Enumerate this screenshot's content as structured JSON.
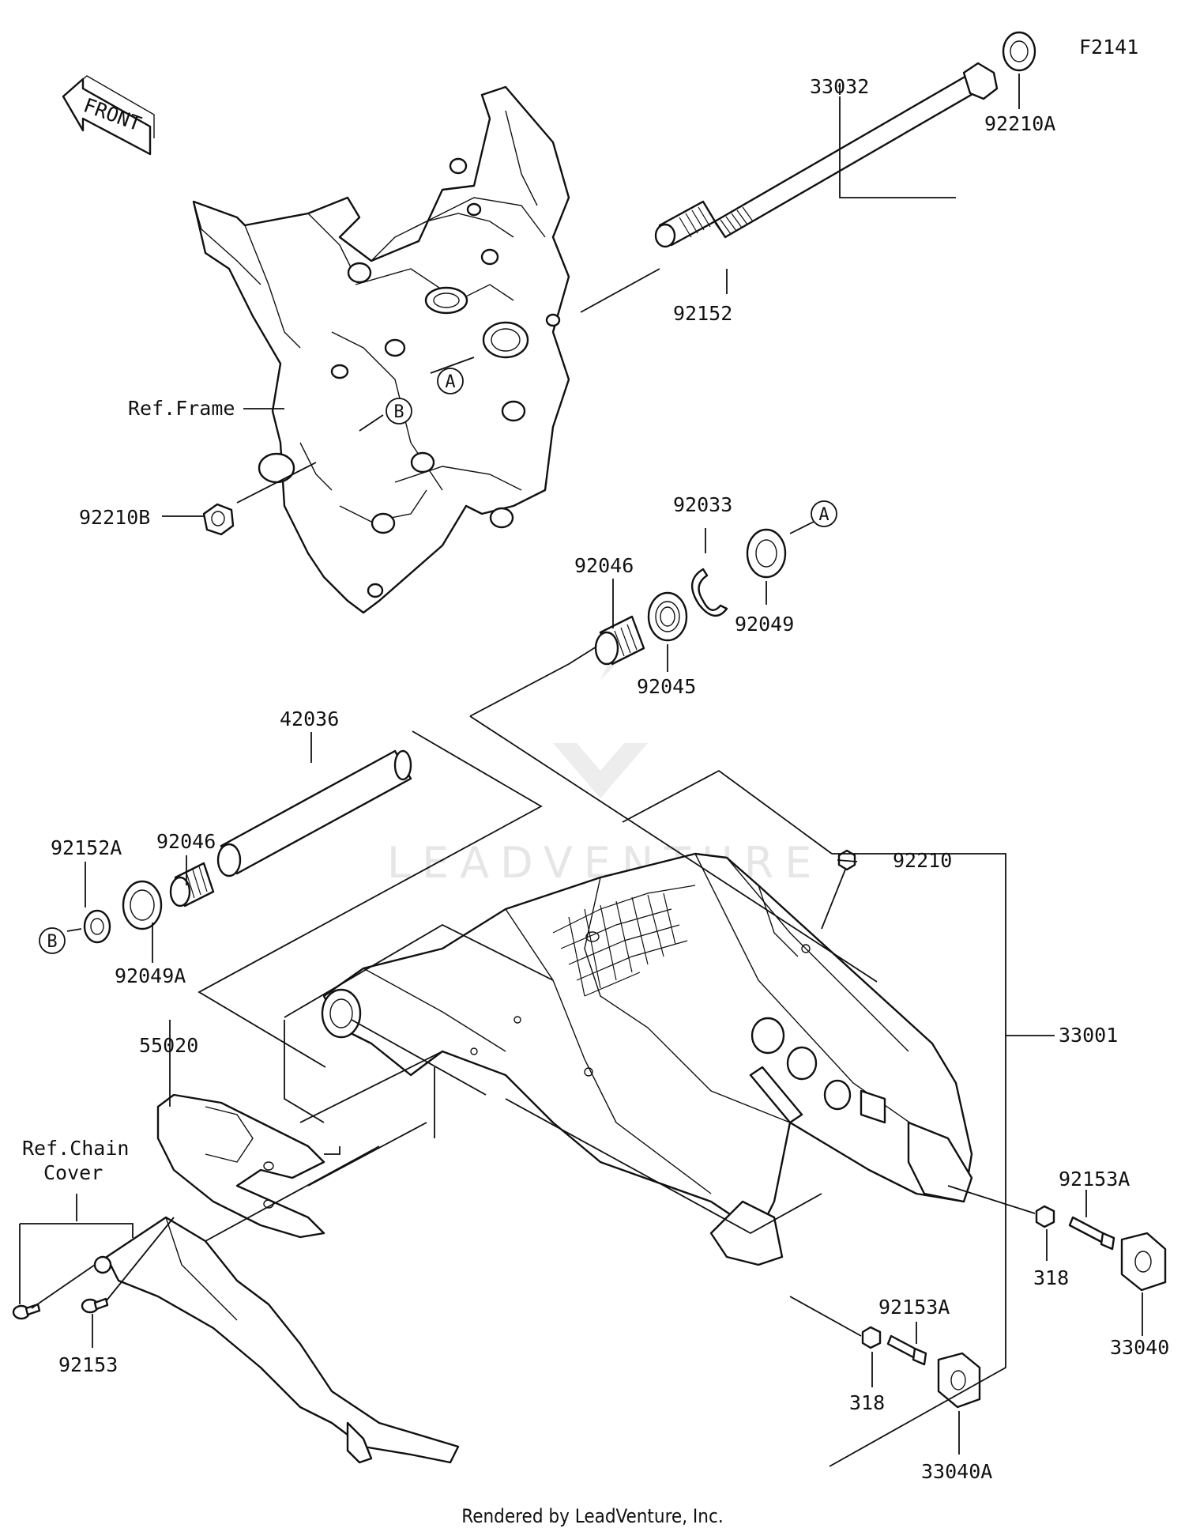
{
  "figure_code": "F2141",
  "front_label": "FRONT",
  "ref_frame": "Ref.Frame",
  "ref_chain_cover_line1": "Ref.Chain",
  "ref_chain_cover_line2": "Cover",
  "footer": "Rendered by LeadVenture, Inc.",
  "watermark": "LEADVENTURE",
  "callouts": {
    "A": "A",
    "B": "B"
  },
  "parts": {
    "p33032": "33032",
    "p92210A": "92210A",
    "p92152": "92152",
    "p92210B": "92210B",
    "p92033": "92033",
    "p92046_upper": "92046",
    "p92049": "92049",
    "p92045": "92045",
    "p42036": "42036",
    "p92046_lower": "92046",
    "p92152A": "92152A",
    "p92049A": "92049A",
    "p92210": "92210",
    "p33001": "33001",
    "p55020": "55020",
    "p92153A_right": "92153A",
    "p318_right": "318",
    "p33040": "33040",
    "p92153": "92153",
    "p92153A_bottom": "92153A",
    "p318_bottom": "318",
    "p33040A": "33040A"
  }
}
